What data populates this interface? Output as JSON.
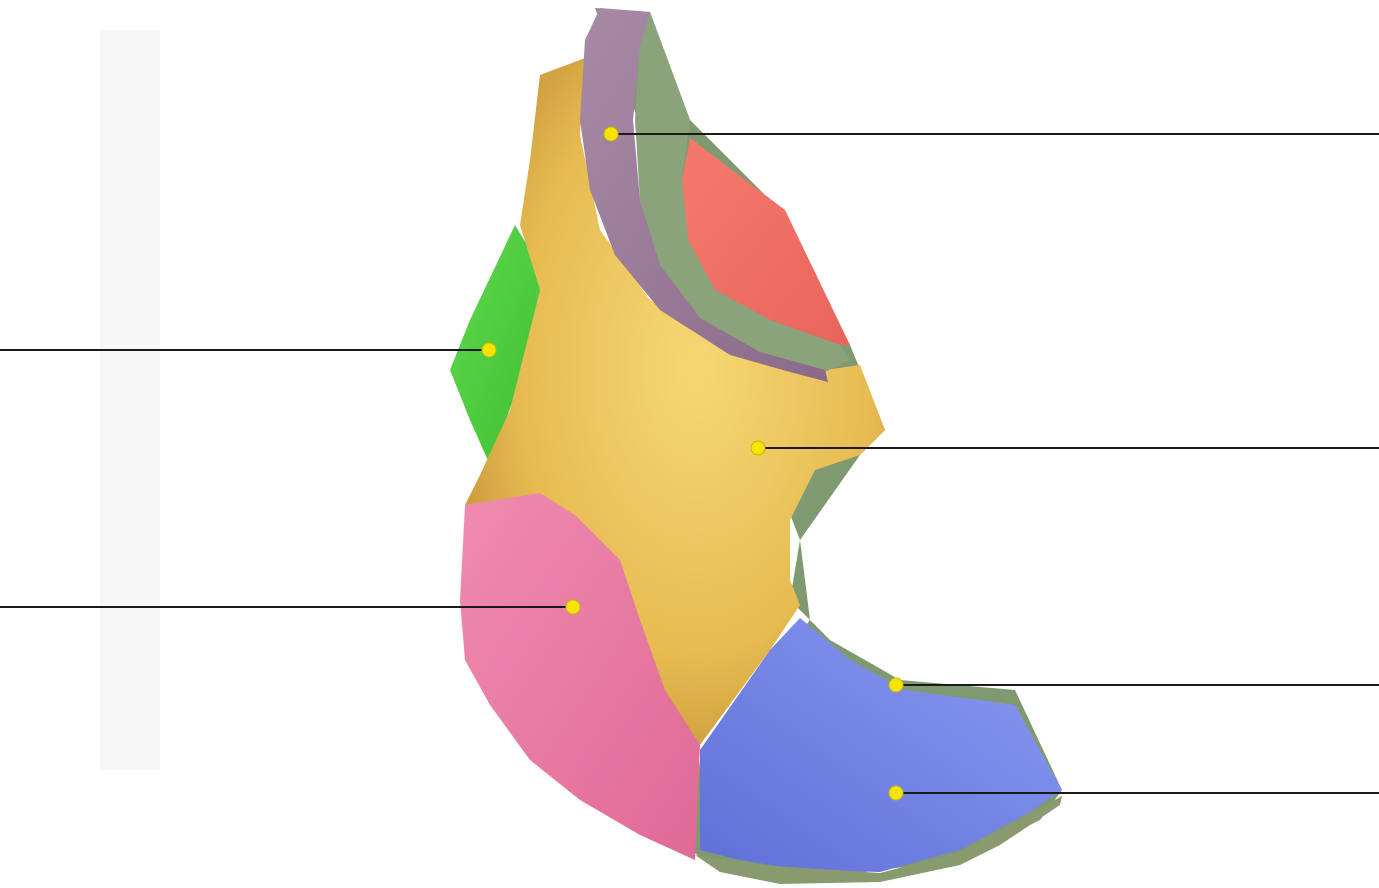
{
  "figure": {
    "kind": "anatomical-label-diagram",
    "subject": "bone-surface-model",
    "background_color": "#ffffff",
    "pin_color": "#f4e400",
    "leader_color": "#1a1a1a"
  },
  "regions": [
    {
      "name": "purple-rim",
      "color": "#9a7a98"
    },
    {
      "name": "olive-rim",
      "color": "#7f9a70"
    },
    {
      "name": "red-surface",
      "color": "#ef6f63"
    },
    {
      "name": "green-surface",
      "color": "#4fcf3f"
    },
    {
      "name": "yellow-body",
      "color": "#e8bd55"
    },
    {
      "name": "pink-surface",
      "color": "#ec7fa5"
    },
    {
      "name": "blue-surface",
      "color": "#7585e2"
    }
  ],
  "labels": [
    {
      "name": "label-purple-rim",
      "side": "right",
      "text": ""
    },
    {
      "name": "label-green-surface",
      "side": "left",
      "text": ""
    },
    {
      "name": "label-yellow-body",
      "side": "right",
      "text": ""
    },
    {
      "name": "label-pink-surface",
      "side": "left",
      "text": ""
    },
    {
      "name": "label-olive-rim",
      "side": "right",
      "text": ""
    },
    {
      "name": "label-blue-surface",
      "side": "right",
      "text": ""
    }
  ]
}
